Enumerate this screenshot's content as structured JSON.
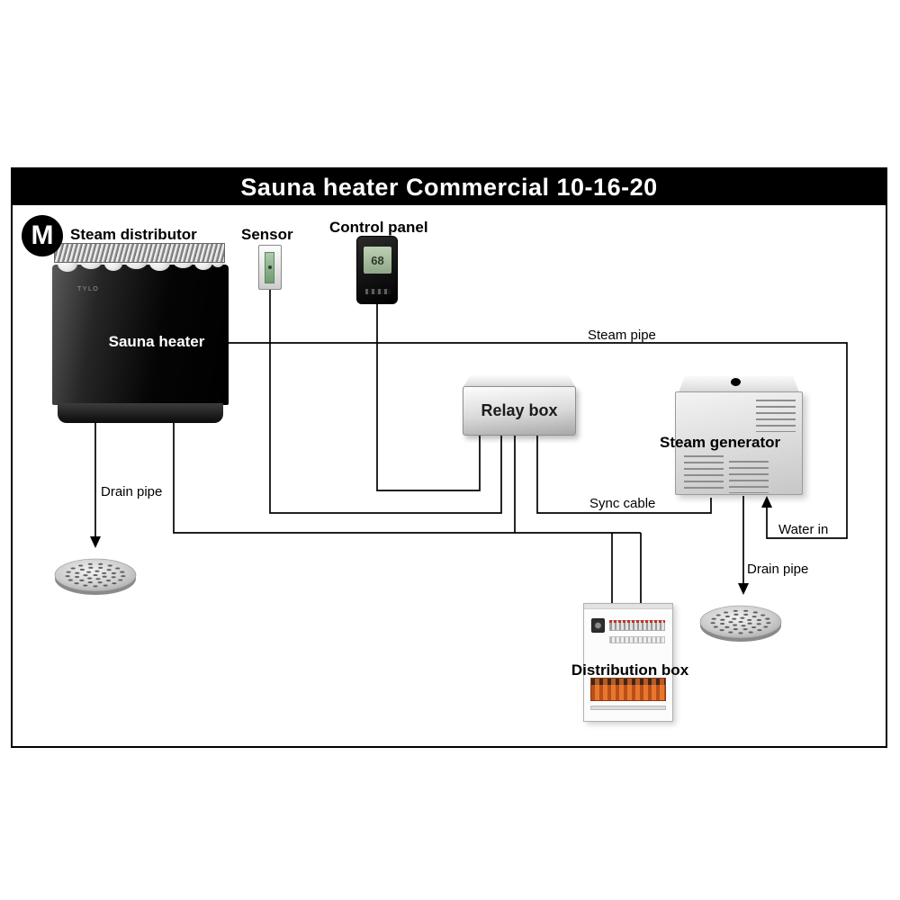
{
  "title": "Sauna heater Commercial 10-16-20",
  "badge_letter": "M",
  "components": {
    "steam_distributor": {
      "label": "Steam distributor"
    },
    "sensor": {
      "label": "Sensor"
    },
    "control_panel": {
      "label": "Control panel",
      "display_value": "68"
    },
    "sauna_heater": {
      "label": "Sauna heater",
      "brand": "TYLO"
    },
    "relay_box": {
      "label": "Relay box"
    },
    "steam_generator": {
      "label": "Steam generator"
    },
    "distribution_box": {
      "label": "Distribution box"
    }
  },
  "connections": {
    "drain_pipe_left": "Drain pipe",
    "steam_pipe": "Steam pipe",
    "sync_cable": "Sync cable",
    "water_in": "Water in",
    "drain_pipe_right": "Drain pipe"
  },
  "colors": {
    "title_bar": "#000000",
    "wire": "#000000",
    "breaker_orange": "#e8772e",
    "sensor_green": "#6f9b6f",
    "display_green": "#a9c4a0"
  }
}
